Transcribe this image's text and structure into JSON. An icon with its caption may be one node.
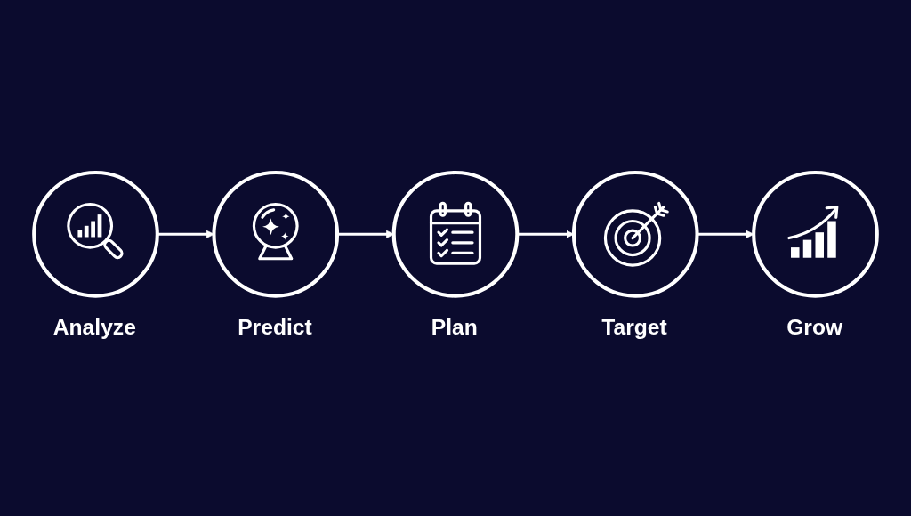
{
  "diagram": {
    "nodes": [
      {
        "text": [
          "Analyze"
        ]
      },
      {
        "text": [
          "Predict"
        ]
      },
      {
        "text": [
          "Plan"
        ]
      },
      {
        "text": [
          "Target"
        ]
      },
      {
        "text": [
          "Grow"
        ]
      }
    ],
    "edges": [
      {
        "from": 0,
        "to": 1,
        "arrow": "to"
      },
      {
        "from": 1,
        "to": 2,
        "arrow": "to"
      },
      {
        "from": 2,
        "to": 3,
        "arrow": "to"
      },
      {
        "from": 3,
        "to": 4,
        "arrow": "to"
      }
    ]
  }
}
